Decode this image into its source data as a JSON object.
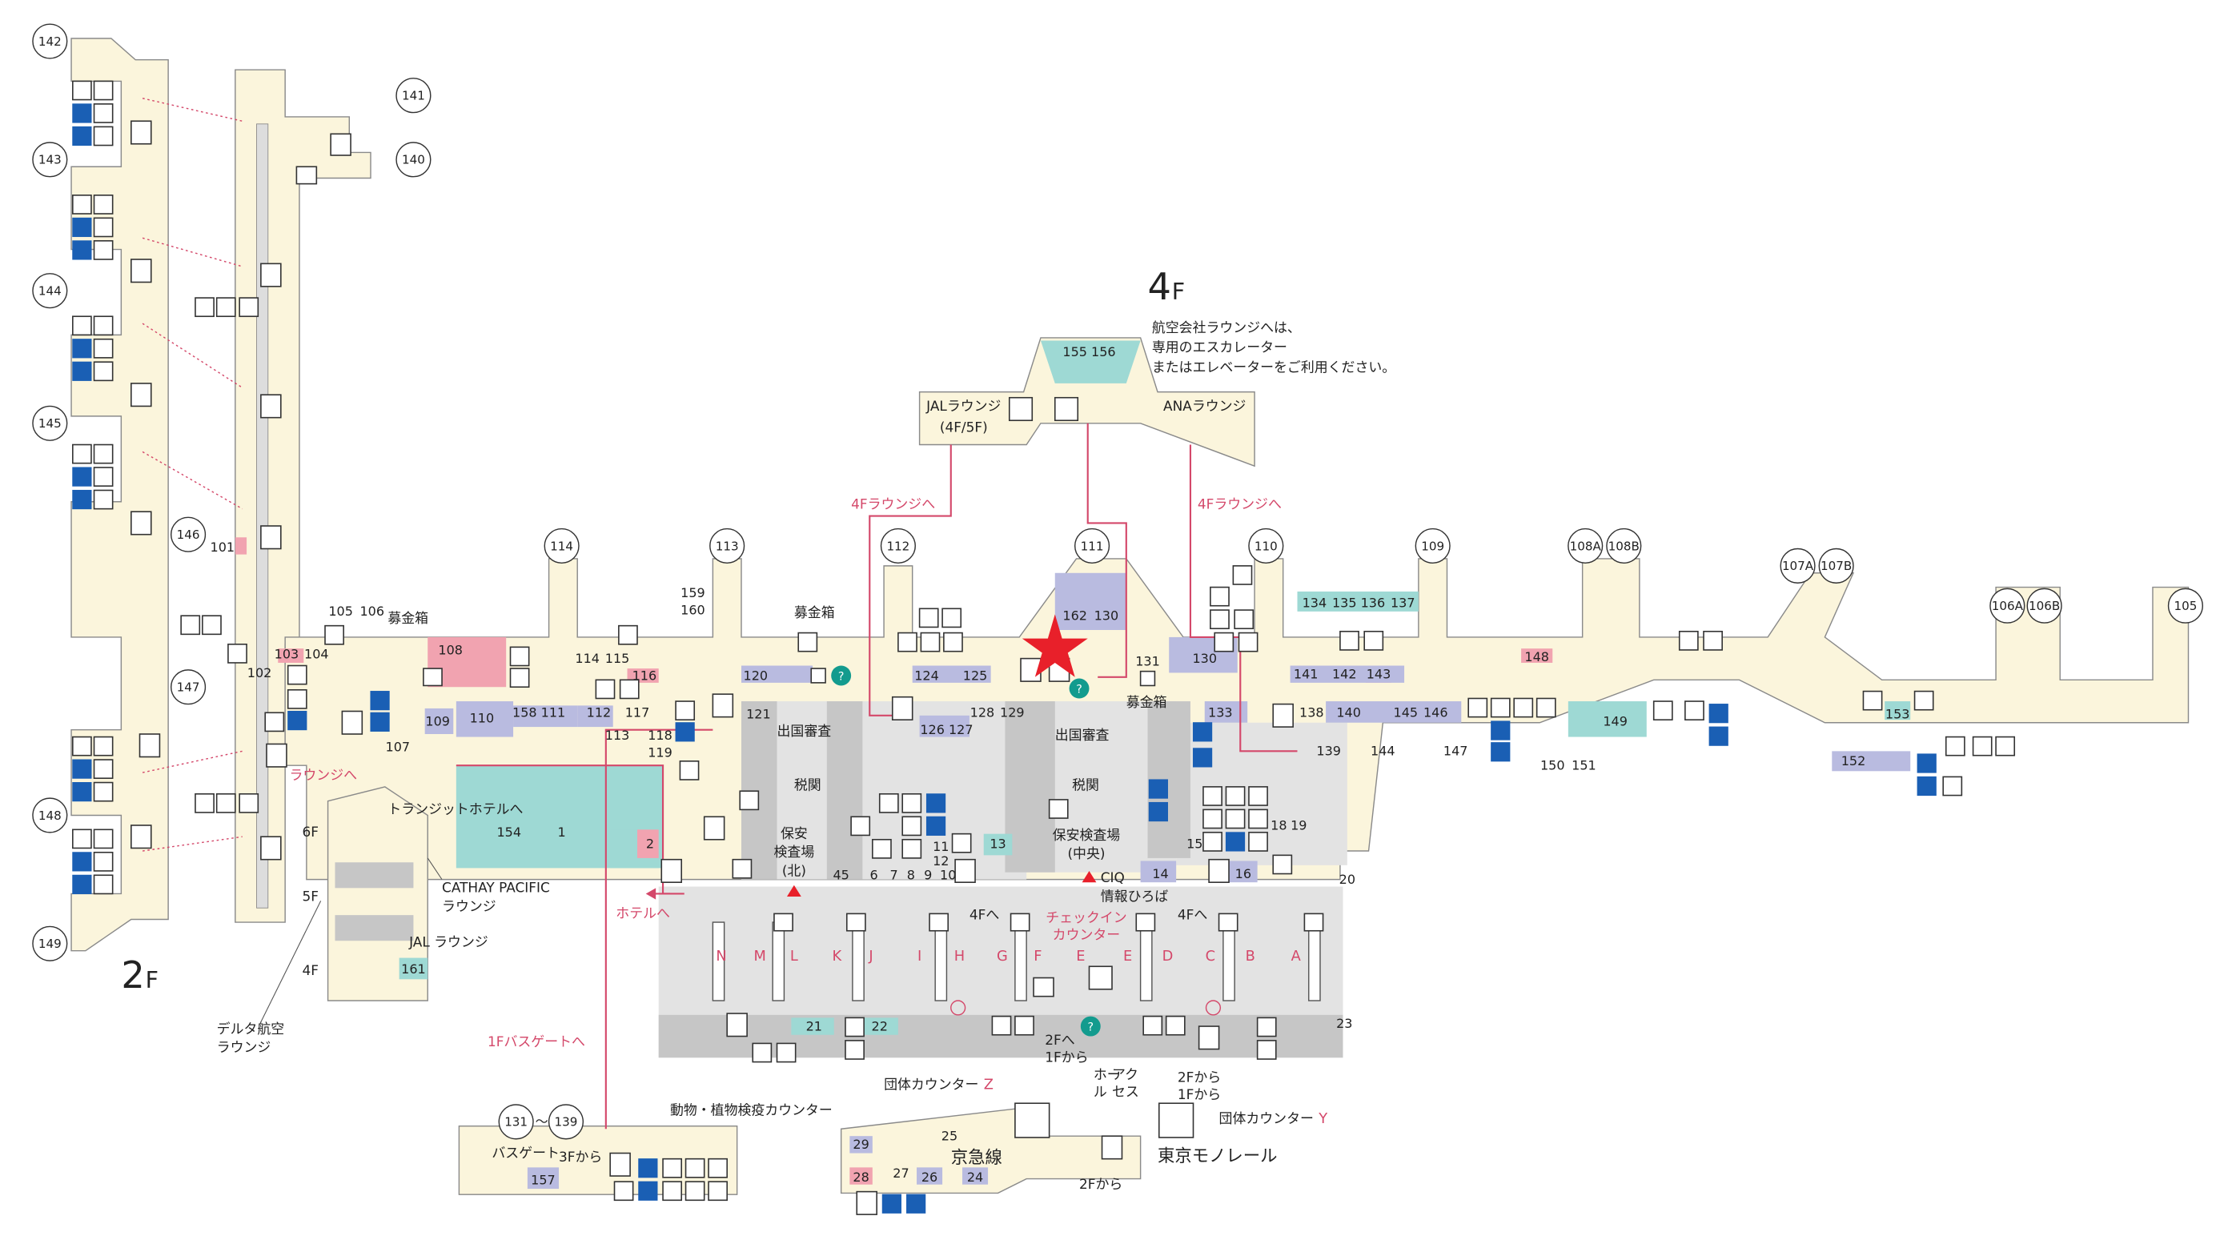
{
  "floor_main": {
    "number": "2",
    "suffix": "F"
  },
  "floor_upper": {
    "number": "4",
    "suffix": "F"
  },
  "lounge_note": [
    "航空会社ラウンジへは、",
    "専用のエスカレーター",
    "またはエレベーターをご利用ください。"
  ],
  "gates": {
    "g142": "142",
    "g143": "143",
    "g144": "144",
    "g145": "145",
    "g146": "146",
    "g147": "147",
    "g148": "148",
    "g149": "149",
    "g141": "141",
    "g140": "140",
    "g114": "114",
    "g113": "113",
    "g112": "112",
    "g111": "111",
    "g110": "110",
    "g109": "109",
    "g108a": "108A",
    "g108b": "108B",
    "g107a": "107A",
    "g107b": "107B",
    "g106a": "106A",
    "g106b": "106B",
    "g105": "105",
    "g131": "131",
    "g139": "139"
  },
  "labels": {
    "jal_lounge": [
      "JALラウンジ",
      "(4F/5F)"
    ],
    "ana_lounge": "ANAラウンジ",
    "to_4f_lounge_left": "4Fラウンジへ",
    "to_4f_lounge_right": "4Fラウンジへ",
    "donation_box_1": "募金箱",
    "donation_box_2": "募金箱",
    "donation_box_3": "募金箱",
    "departure_immigration_n": "出国審査",
    "customs_n": "税関",
    "security_n": [
      "保安",
      "検査場",
      "(北)"
    ],
    "departure_immigration_c": "出国審査",
    "customs_c": "税関",
    "security_c": [
      "保安検査場",
      "(中央)"
    ],
    "ciq": "CIQ",
    "info_plaza": "情報ひろば",
    "to_4f_a": "4Fへ",
    "to_4f_b": "4Fへ",
    "checkin": [
      "チェックイン",
      "カウンター"
    ],
    "to_lounge": "ラウンジへ",
    "to_transit_hotel": "トランジットホテルへ",
    "to_hotel": "ホテルへ",
    "to_1f_bus": "1Fバスゲートへ",
    "cathay_pacific": [
      "CATHAY PACIFIC",
      "ラウンジ"
    ],
    "jal_lounge_small": "JAL ラウンジ",
    "delta_lounge": [
      "デルタ航空",
      "ラウンジ"
    ],
    "floor_6f": "6F",
    "floor_5f": "5F",
    "floor_4f_small": "4F",
    "group_counter_z": "団体カウンター",
    "z_letter": "Z",
    "group_counter_y": "団体カウンター",
    "y_letter": "Y",
    "quarantine": "動物・植物検疫カウンター",
    "access_hall": [
      "アク",
      "セス",
      "ホー",
      "ル"
    ],
    "keikyu": "京急線",
    "monorail": "東京モノレール",
    "bus_gate": "バスゲート",
    "from_3f": "3Fから",
    "to_2f_from_1f": [
      "2Fへ",
      "1Fから"
    ],
    "from_2f_1f": [
      "2Fから",
      "1Fから"
    ],
    "from_2f": "2Fから",
    "tilde": "〜"
  },
  "counters": [
    "N",
    "M",
    "L",
    "K",
    "J",
    "I",
    "H",
    "G",
    "F",
    "E",
    "D",
    "C",
    "B",
    "A"
  ],
  "counter_e2": "E",
  "shops": {
    "s101": "101",
    "s102": "102",
    "s103": "103",
    "s104": "104",
    "s105": "105",
    "s106": "106",
    "s107": "107",
    "s108": "108",
    "s109": "109",
    "s110": "110",
    "s111": "111",
    "s112": "112",
    "s113": "113",
    "s114": "114",
    "s115": "115",
    "s116": "116",
    "s117": "117",
    "s118": "118",
    "s119": "119",
    "s120": "120",
    "s121": "121",
    "s124": "124",
    "s125": "125",
    "s126": "126",
    "s127": "127",
    "s128": "128",
    "s129": "129",
    "s130a": "130",
    "s130b": "130",
    "s131": "131",
    "s133": "133",
    "s134": "134",
    "s135": "135",
    "s136": "136",
    "s137": "137",
    "s138": "138",
    "s139": "139",
    "s140": "140",
    "s141": "141",
    "s142": "142",
    "s143": "143",
    "s144": "144",
    "s145": "145",
    "s146": "146",
    "s147": "147",
    "s148": "148",
    "s149": "149",
    "s150": "150",
    "s151": "151",
    "s152": "152",
    "s153": "153",
    "s154": "154",
    "s155": "155",
    "s156": "156",
    "s157": "157",
    "s158": "158",
    "s159": "159",
    "s160": "160",
    "s161": "161",
    "s162": "162",
    "n1": "1",
    "n2": "2",
    "n6": "6",
    "n7": "7",
    "n8": "8",
    "n9": "9",
    "n10": "10",
    "n11": "11",
    "n12": "12",
    "n13": "13",
    "n14": "14",
    "n15": "15",
    "n16": "16",
    "n18": "18",
    "n19": "19",
    "n20": "20",
    "n21": "21",
    "n22": "22",
    "n23": "23",
    "n24": "24",
    "n25": "25",
    "n26": "26",
    "n27": "27",
    "n28": "28",
    "n29": "29",
    "n45": "45"
  },
  "icon_names": [
    "elevator-icon",
    "phone-icon",
    "wheelchair-icon",
    "info-icon",
    "restroom-icon",
    "aed-icon",
    "atm-icon",
    "escalator-icon",
    "smoking-icon",
    "mail-icon",
    "nursing-room-icon",
    "train-icon",
    "monorail-icon"
  ],
  "colors": {
    "corridor": "#fbf5dc",
    "restricted_gray": "#e3e3e3",
    "shop": "#b9bbe0",
    "teal": "#9ed9d4",
    "highlight_pink": "#f1a3b0",
    "route": "#d4486a",
    "current_location": "#e8202a",
    "info_teal": "#139b8e",
    "icon_blue": "#1a5fb4"
  }
}
